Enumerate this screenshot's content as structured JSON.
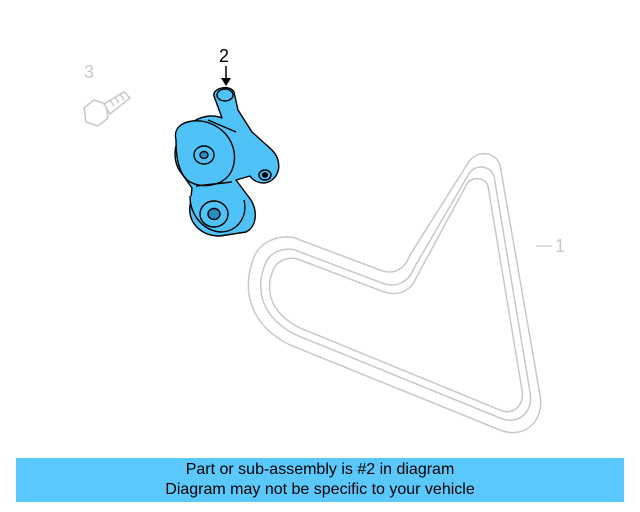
{
  "callouts": {
    "belt": "1",
    "tensioner": "2",
    "bolt": "3"
  },
  "banner": {
    "line1": "Part or sub-assembly is #2 in diagram",
    "line2": "Diagram may not be specific to your vehicle"
  },
  "colors": {
    "highlight": "#4fc3f7",
    "banner": "#5ac8fa",
    "faded": "#c8c8c8"
  }
}
